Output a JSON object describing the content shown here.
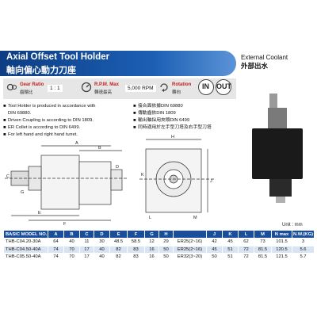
{
  "header": {
    "title_en": "Axial Offset Tool Holder",
    "title_cn": "軸向偏心動力刀座"
  },
  "coolant": {
    "label_en": "External Coolant",
    "label_cn": "外部出水"
  },
  "specs": {
    "gear_ratio_en": "Gear Ratio",
    "gear_ratio_cn": "齒輪比",
    "gear_ratio_value": "1 : 1",
    "rpm_en": "R.P.M. Max",
    "rpm_cn": "轉速最高",
    "rpm_value": "5,000 RPM",
    "rotation_en": "Rotation",
    "rotation_cn": "轉向",
    "rotation_in": "IN",
    "rotation_out": "OUT"
  },
  "notes_en": [
    "Tool Holder is produced in accordance with",
    "DIN 69880.",
    "Driven Coupling is according to DIN 1809.",
    "ER Collet is according to DIN 6499.",
    "For left hand and right hand turret."
  ],
  "notes_cn": [
    "接合面依據DIN 69880",
    "傳動齒依DIN 1809",
    "輸出軸採用夾頭DIN 6499",
    "同時適用於左手型刀塔及右手型刀塔"
  ],
  "drawing_labels": {
    "A": "A",
    "B": "B",
    "C": "C",
    "D": "D",
    "E": "E",
    "F": "F",
    "G": "G",
    "H": "H",
    "J": "J",
    "K": "K",
    "L": "L",
    "M": "M"
  },
  "unit": "Unit : mm",
  "table": {
    "headers": [
      "BASIC MODEL NO.",
      "A",
      "B",
      "C",
      "D",
      "E",
      "F",
      "G",
      "H",
      "J",
      "K",
      "L",
      "M",
      "N max",
      "N.W.(KG)"
    ],
    "rows": [
      [
        "THB-C04.20-30A",
        "64",
        "40",
        "11",
        "30",
        "48.5",
        "58.5",
        "12",
        "29",
        "ER25(2~16)",
        "42",
        "45",
        "62",
        "73",
        "101.5",
        "3"
      ],
      [
        "THB-C04.50-40A",
        "74",
        "70",
        "17",
        "40",
        "82",
        "83",
        "16",
        "50",
        "ER25(2~16)",
        "45",
        "51",
        "72",
        "81.5",
        "120.5",
        "5.6"
      ],
      [
        "THB-C05.50-40A",
        "74",
        "70",
        "17",
        "40",
        "82",
        "83",
        "16",
        "50",
        "ER32(3~20)",
        "50",
        "51",
        "72",
        "81.5",
        "121.5",
        "5.7"
      ]
    ]
  },
  "colors": {
    "header_dark": "#0d3d82",
    "header_light": "#5b93d6",
    "accent_red": "#c41e1e",
    "table_header": "#1a4e9c",
    "table_stripe": "#d9e4f2"
  }
}
